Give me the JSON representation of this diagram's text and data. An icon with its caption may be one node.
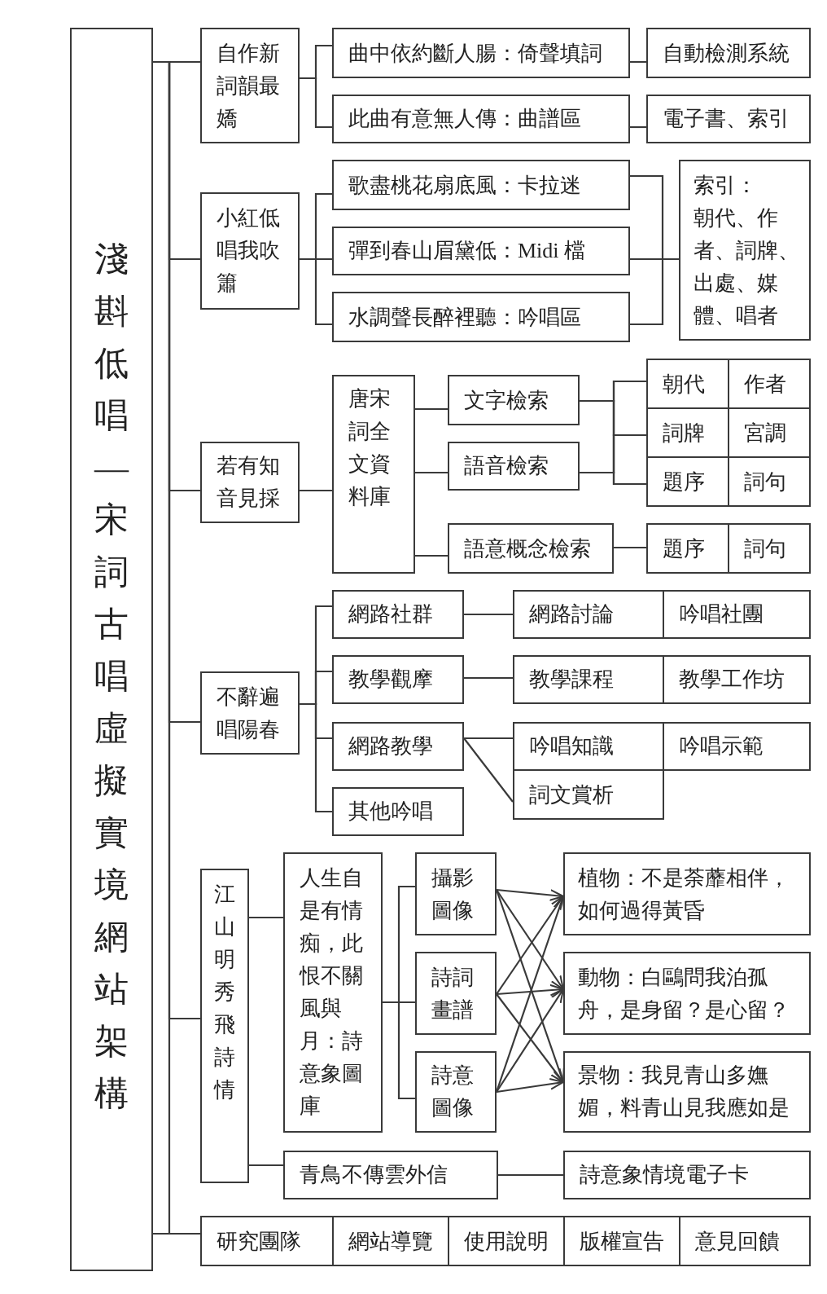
{
  "diagram": {
    "nodes": [
      {
        "text": [
          "淺斟低唱—宋詞古唱虛擬實境網站架構"
        ]
      },
      {
        "text": [
          "自作新詞韻最嬌"
        ]
      },
      {
        "text": [
          "曲中依約斷人腸：倚聲填詞"
        ]
      },
      {
        "text": [
          "自動檢測系統"
        ]
      },
      {
        "text": [
          "此曲有意無人傳：曲譜區"
        ]
      },
      {
        "text": [
          "電子書、索引"
        ]
      },
      {
        "text": [
          "小紅低唱我吹簫"
        ]
      },
      {
        "text": [
          "歌盡桃花扇底風：卡拉迷"
        ]
      },
      {
        "text": [
          "彈到春山眉黛低：Midi 檔"
        ]
      },
      {
        "text": [
          "水調聲長醉裡聽：吟唱區"
        ]
      },
      {
        "text": [
          "索引：",
          "朝代、作者、詞牌、出處、媒體、唱者"
        ]
      },
      {
        "text": [
          "若有知音見採"
        ]
      },
      {
        "text": [
          "唐宋詞全文資料庫"
        ]
      },
      {
        "text": [
          "文字檢索"
        ]
      },
      {
        "text": [
          "語音檢索"
        ]
      },
      {
        "text": [
          "語意概念檢索"
        ]
      },
      {
        "text": [
          "朝代"
        ]
      },
      {
        "text": [
          "作者"
        ]
      },
      {
        "text": [
          "詞牌"
        ]
      },
      {
        "text": [
          "宮調"
        ]
      },
      {
        "text": [
          "題序"
        ]
      },
      {
        "text": [
          "詞句"
        ]
      },
      {
        "text": [
          "題序"
        ]
      },
      {
        "text": [
          "詞句"
        ]
      },
      {
        "text": [
          "不辭遍唱陽春"
        ]
      },
      {
        "text": [
          "網路社群"
        ]
      },
      {
        "text": [
          "教學觀摩"
        ]
      },
      {
        "text": [
          "網路教學"
        ]
      },
      {
        "text": [
          "其他吟唱"
        ]
      },
      {
        "text": [
          "網路討論"
        ]
      },
      {
        "text": [
          "吟唱社團"
        ]
      },
      {
        "text": [
          "教學課程"
        ]
      },
      {
        "text": [
          "教學工作坊"
        ]
      },
      {
        "text": [
          "吟唱知識"
        ]
      },
      {
        "text": [
          "吟唱示範"
        ]
      },
      {
        "text": [
          "詞文賞析"
        ]
      },
      {
        "text": [
          "江山明秀飛詩情"
        ]
      },
      {
        "text": [
          "人生自是有情痴，此恨不關風與月：詩意象圖庫"
        ]
      },
      {
        "text": [
          "攝影圖像"
        ]
      },
      {
        "text": [
          "詩詞畫譜"
        ]
      },
      {
        "text": [
          "詩意圖像"
        ]
      },
      {
        "text": [
          "植物：不是荼蘼相伴，如何過得黃昏"
        ]
      },
      {
        "text": [
          "動物：白鷗問我泊孤舟，是身留？是心留？"
        ]
      },
      {
        "text": [
          "景物：我見青山多嫵媚，料青山見我應如是"
        ]
      },
      {
        "text": [
          "青鳥不傳雲外信"
        ]
      },
      {
        "text": [
          "詩意象情境電子卡"
        ]
      },
      {
        "text": [
          "研究團隊"
        ]
      },
      {
        "text": [
          "網站導覽"
        ]
      },
      {
        "text": [
          "使用說明"
        ]
      },
      {
        "text": [
          "版權宣告"
        ]
      },
      {
        "text": [
          "意見回饋"
        ]
      }
    ],
    "edges": [
      {
        "from": 0,
        "to": 1,
        "arrow": "none"
      },
      {
        "from": 0,
        "to": 6,
        "arrow": "none"
      },
      {
        "from": 0,
        "to": 11,
        "arrow": "none"
      },
      {
        "from": 0,
        "to": 24,
        "arrow": "none"
      },
      {
        "from": 0,
        "to": 36,
        "arrow": "none"
      },
      {
        "from": 0,
        "to": 46,
        "arrow": "none"
      },
      {
        "from": 1,
        "to": 2,
        "arrow": "none"
      },
      {
        "from": 1,
        "to": 4,
        "arrow": "none"
      },
      {
        "from": 2,
        "to": 3,
        "arrow": "none"
      },
      {
        "from": 4,
        "to": 5,
        "arrow": "none"
      },
      {
        "from": 6,
        "to": 7,
        "arrow": "none"
      },
      {
        "from": 6,
        "to": 8,
        "arrow": "none"
      },
      {
        "from": 6,
        "to": 9,
        "arrow": "none"
      },
      {
        "from": 7,
        "to": 10,
        "arrow": "none"
      },
      {
        "from": 8,
        "to": 10,
        "arrow": "none"
      },
      {
        "from": 9,
        "to": 10,
        "arrow": "none"
      },
      {
        "from": 11,
        "to": 12,
        "arrow": "none"
      },
      {
        "from": 12,
        "to": 13,
        "arrow": "none"
      },
      {
        "from": 12,
        "to": 14,
        "arrow": "none"
      },
      {
        "from": 12,
        "to": 15,
        "arrow": "none"
      },
      {
        "from": 13,
        "to": 16,
        "arrow": "none"
      },
      {
        "from": 13,
        "to": 18,
        "arrow": "none"
      },
      {
        "from": 13,
        "to": 20,
        "arrow": "none"
      },
      {
        "from": 14,
        "to": 16,
        "arrow": "none"
      },
      {
        "from": 14,
        "to": 18,
        "arrow": "none"
      },
      {
        "from": 14,
        "to": 20,
        "arrow": "none"
      },
      {
        "from": 15,
        "to": 22,
        "arrow": "none"
      },
      {
        "from": 24,
        "to": 25,
        "arrow": "none"
      },
      {
        "from": 24,
        "to": 26,
        "arrow": "none"
      },
      {
        "from": 24,
        "to": 27,
        "arrow": "none"
      },
      {
        "from": 24,
        "to": 28,
        "arrow": "none"
      },
      {
        "from": 25,
        "to": 29,
        "arrow": "none"
      },
      {
        "from": 26,
        "to": 31,
        "arrow": "none"
      },
      {
        "from": 27,
        "to": 33,
        "arrow": "none"
      },
      {
        "from": 27,
        "to": 35,
        "arrow": "none"
      },
      {
        "from": 36,
        "to": 37,
        "arrow": "none"
      },
      {
        "from": 36,
        "to": 44,
        "arrow": "none"
      },
      {
        "from": 37,
        "to": 38,
        "arrow": "none"
      },
      {
        "from": 37,
        "to": 39,
        "arrow": "none"
      },
      {
        "from": 37,
        "to": 40,
        "arrow": "none"
      },
      {
        "from": 38,
        "to": 41,
        "arrow": "to"
      },
      {
        "from": 38,
        "to": 42,
        "arrow": "to"
      },
      {
        "from": 38,
        "to": 43,
        "arrow": "to"
      },
      {
        "from": 39,
        "to": 41,
        "arrow": "to"
      },
      {
        "from": 39,
        "to": 42,
        "arrow": "to"
      },
      {
        "from": 39,
        "to": 43,
        "arrow": "to"
      },
      {
        "from": 40,
        "to": 41,
        "arrow": "to"
      },
      {
        "from": 40,
        "to": 42,
        "arrow": "to"
      },
      {
        "from": 40,
        "to": 43,
        "arrow": "to"
      },
      {
        "from": 44,
        "to": 45,
        "arrow": "none"
      }
    ]
  }
}
